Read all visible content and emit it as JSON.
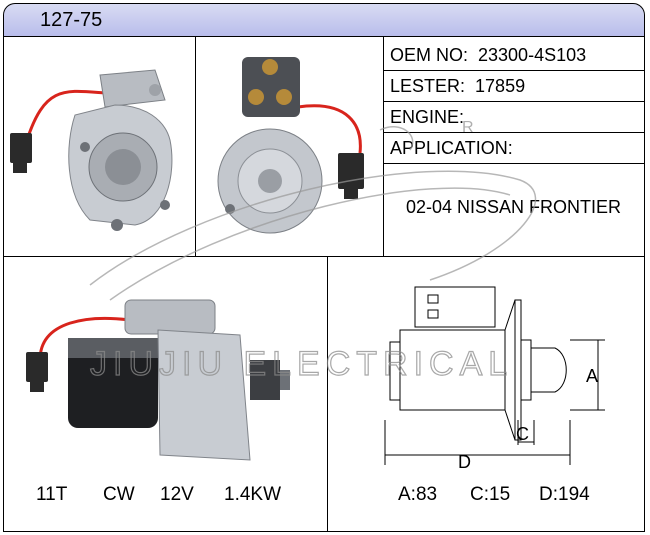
{
  "header": {
    "title": "127-75"
  },
  "specs": {
    "oem": {
      "label": "OEM NO:",
      "value": "23300-4S103"
    },
    "lester": {
      "label": "LESTER:",
      "value": "17859"
    },
    "engine": {
      "label": "ENGINE:",
      "value": ""
    },
    "application": {
      "label": "APPLICATION:",
      "value": "02-04 NISSAN FRONTIER"
    }
  },
  "electrical": {
    "teeth": "11T",
    "rotation": "CW",
    "voltage": "12V",
    "power": "1.4KW"
  },
  "dimensions": {
    "a_marker": "A",
    "c_marker": "C",
    "d_marker": "D",
    "a": "A:83",
    "c": "C:15",
    "d": "D:194"
  },
  "watermark": {
    "text": "JIUJIU ELECTRICAL",
    "logo_mark": "R"
  },
  "colors": {
    "header_bg": "#c5c8ef",
    "wire": "#d8241c",
    "housing": "#c8ccd2",
    "connector": "#2a2a2a"
  }
}
